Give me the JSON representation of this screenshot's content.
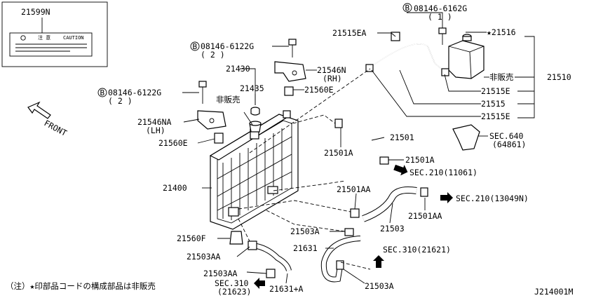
{
  "diagram_id": "J214001M",
  "caution_label": {
    "part": "21599N",
    "caution_jp": "注 意",
    "caution_en": "CAUTION"
  },
  "front_label": "FRONT",
  "footnote": "（注）★印部品コードの構成部品は非販売",
  "not_sold": "非販売",
  "callouts": {
    "b1": "08146-6162G",
    "b1q": "( 1 )",
    "p21516": "★21516",
    "p21515ea": "21515EA",
    "p21510": "21510",
    "p21515e_a": "21515E",
    "p21515": "21515",
    "p21515e_b": "21515E",
    "b2": "08146-6122G",
    "b2q": "( 2 )",
    "p21430": "21430",
    "p21546n": "21546N",
    "rh": "(RH)",
    "p21435": "21435",
    "p21560e_a": "21560E",
    "b3": "08146-6122G",
    "b3q": "( 2 )",
    "p21546na": "21546NA",
    "lh": "(LH)",
    "p21560e_b": "21560E",
    "p21501": "21501",
    "p21501a_a": "21501A",
    "p21501a_b": "21501A",
    "sec640": "SEC.640",
    "sec640sub": "(64861)",
    "sec210a": "SEC.210(11061)",
    "p21400": "21400",
    "p21501aa_a": "21501AA",
    "sec210b": "SEC.210(13049N)",
    "p21503a_a": "21503A",
    "p21503": "21503",
    "p21501aa_b": "21501AA",
    "p21560f": "21560F",
    "p21631": "21631",
    "sec310a": "SEC.310(21621)",
    "p21503aa_a": "21503AA",
    "p21503aa_b": "21503AA",
    "sec310b": "SEC.310",
    "sec310bsub": "(21623)",
    "p21631a": "21631+A",
    "p21503a_b": "21503A"
  }
}
